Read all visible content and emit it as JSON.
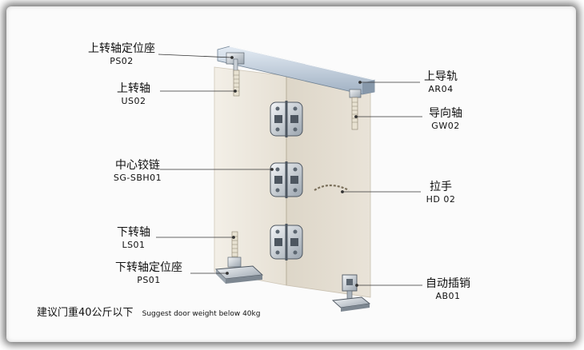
{
  "labels": [
    {
      "id": "ps02",
      "zh": "上转轴定位座",
      "code": "PS02"
    },
    {
      "id": "us02",
      "zh": "上转轴",
      "code": "US02"
    },
    {
      "id": "sgsbh01",
      "zh": "中心铰链",
      "code": "SG-SBH01"
    },
    {
      "id": "ls01",
      "zh": "下转轴",
      "code": "LS01"
    },
    {
      "id": "ps01",
      "zh": "下转轴定位座",
      "code": "PS01"
    },
    {
      "id": "ar04",
      "zh": "上导轨",
      "code": "AR04"
    },
    {
      "id": "gw02",
      "zh": "导向轴",
      "code": "GW02"
    },
    {
      "id": "hd02",
      "zh": "拉手",
      "code": "HD 02"
    },
    {
      "id": "ab01",
      "zh": "自动插销",
      "code": "AB01"
    }
  ],
  "note": {
    "zh": "建议门重40公斤以下",
    "en": "Suggest door weight below 40kg"
  }
}
